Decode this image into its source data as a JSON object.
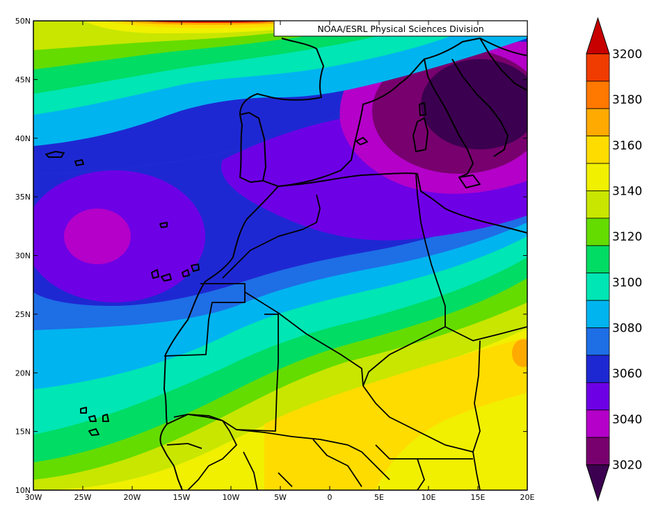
{
  "credit": "NOAA/ESRL Physical Sciences Division",
  "axes": {
    "lat_labels": [
      "10N",
      "15N",
      "20N",
      "25N",
      "30N",
      "35N",
      "40N",
      "45N",
      "50N"
    ],
    "lon_labels": [
      "30W",
      "25W",
      "20W",
      "15W",
      "10W",
      "5W",
      "0",
      "5E",
      "10E",
      "15E",
      "20E"
    ]
  },
  "colorbar": {
    "levels": [
      "3020",
      "3040",
      "3060",
      "3080",
      "3100",
      "3120",
      "3140",
      "3160",
      "3180",
      "3200"
    ],
    "colors": [
      "#3c0050",
      "#78006e",
      "#b400c8",
      "#6e00e6",
      "#1e28d2",
      "#1e6ee6",
      "#00b4f0",
      "#00e6b4",
      "#00dc64",
      "#64dc00",
      "#c8e600",
      "#f0f000",
      "#ffdc00",
      "#ffaa00",
      "#ff7800",
      "#f03c00",
      "#c80000"
    ]
  },
  "map_features": {
    "field_extremes": [
      {
        "type": "high",
        "value_range": "3200",
        "location": "North Atlantic, ~50N 15W"
      },
      {
        "type": "low",
        "value_range": "<3020",
        "location": "Italy / Tyrrhenian Sea, ~42N 12E"
      },
      {
        "type": "low",
        "value_range": "3040-3060",
        "location": "Atlantic, ~32N 24W"
      },
      {
        "type": "high",
        "value_range": "3160-3180",
        "location": "Chad / Libya, ~20N 18E"
      }
    ]
  }
}
